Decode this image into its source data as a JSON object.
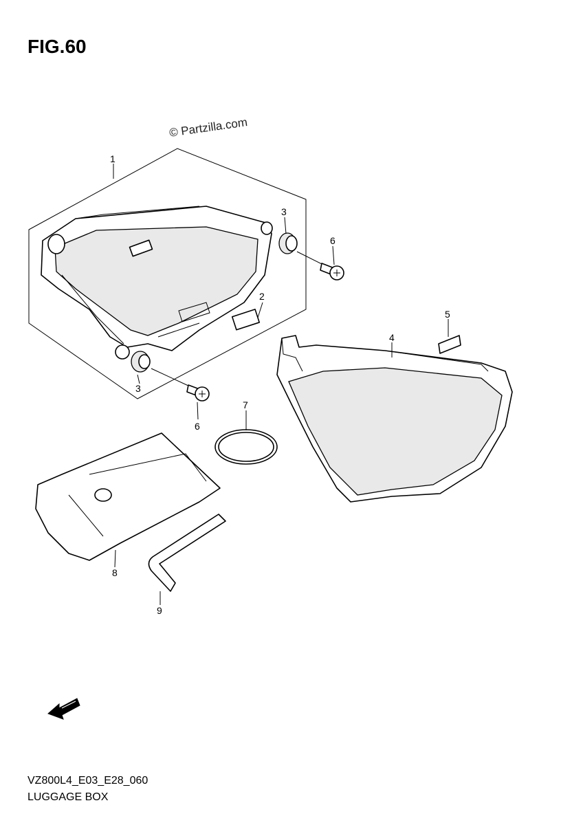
{
  "figure": {
    "title": "FIG.60",
    "watermark": "© Partzilla.com",
    "code": "VZ800L4_E03_E28_060",
    "name": "LUGGAGE BOX"
  },
  "callouts": [
    "1",
    "2",
    "3",
    "3",
    "4",
    "5",
    "6",
    "6",
    "7",
    "8",
    "9"
  ],
  "icons": {
    "direction": "fwd-arrow-icon"
  }
}
